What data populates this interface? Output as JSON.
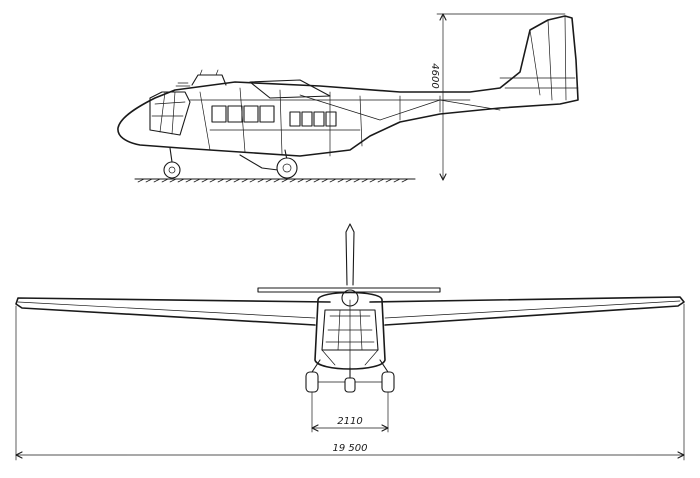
{
  "dimensions": {
    "height": "4600",
    "track": "2110",
    "span": "19 500"
  }
}
